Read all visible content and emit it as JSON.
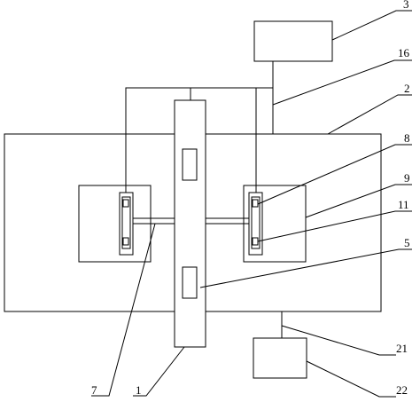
{
  "colors": {
    "background": "#ffffff",
    "line": "#000000"
  },
  "callouts": {
    "c1": "1",
    "c2": "2",
    "c3": "3",
    "c5": "5",
    "c7": "7",
    "c8": "8",
    "c9": "9",
    "c11": "11",
    "c16": "16",
    "c21": "21",
    "c22": "22"
  }
}
